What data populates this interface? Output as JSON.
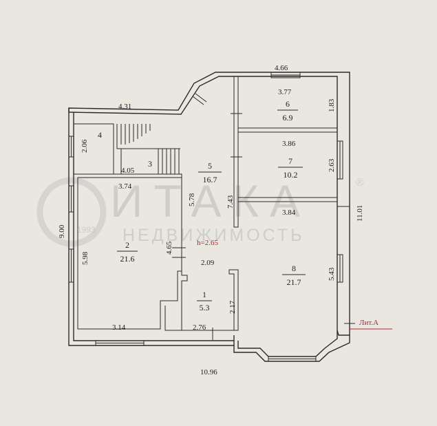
{
  "colors": {
    "background": "#e9e7e0",
    "lines": "#2a2a2a",
    "accent": "#b3262c",
    "watermark": "#b9b9b9"
  },
  "watermark": {
    "brand": "ИТАКА",
    "registered": "®",
    "year": "1993",
    "subtitle": "НЕДВИЖИМОСТЬ"
  },
  "height_label": "h=2.65",
  "liter_label": "Лит.А",
  "rooms": [
    {
      "number": "1",
      "area": "5.3"
    },
    {
      "number": "2",
      "area": "21.6"
    },
    {
      "number": "3",
      "area": ""
    },
    {
      "number": "4",
      "area": ""
    },
    {
      "number": "5",
      "area": "16.7"
    },
    {
      "number": "6",
      "area": "6.9"
    },
    {
      "number": "7",
      "area": "10.2"
    },
    {
      "number": "8",
      "area": "21.7"
    }
  ],
  "dimensions": {
    "top_right": "4.66",
    "top_left": "4.31",
    "room6_width": "3.77",
    "room6_height": "1.83",
    "room7_width": "3.86",
    "room7_height": "2.63",
    "room8_width": "3.84",
    "room8_height": "5.43",
    "right_total": "11.01",
    "left_total": "9.00",
    "room4_height": "2.06",
    "stair_width": "4.05",
    "room2_width": "3.74",
    "room5_height": "5.78",
    "room5_side": "7.43",
    "room2_height": "5.98",
    "room2_inner": "4.65",
    "room1_width": "2.09",
    "room1_height": "2.17",
    "room2_bottom": "3.14",
    "room1_bottom": "2.76",
    "bottom_total": "10.96"
  }
}
